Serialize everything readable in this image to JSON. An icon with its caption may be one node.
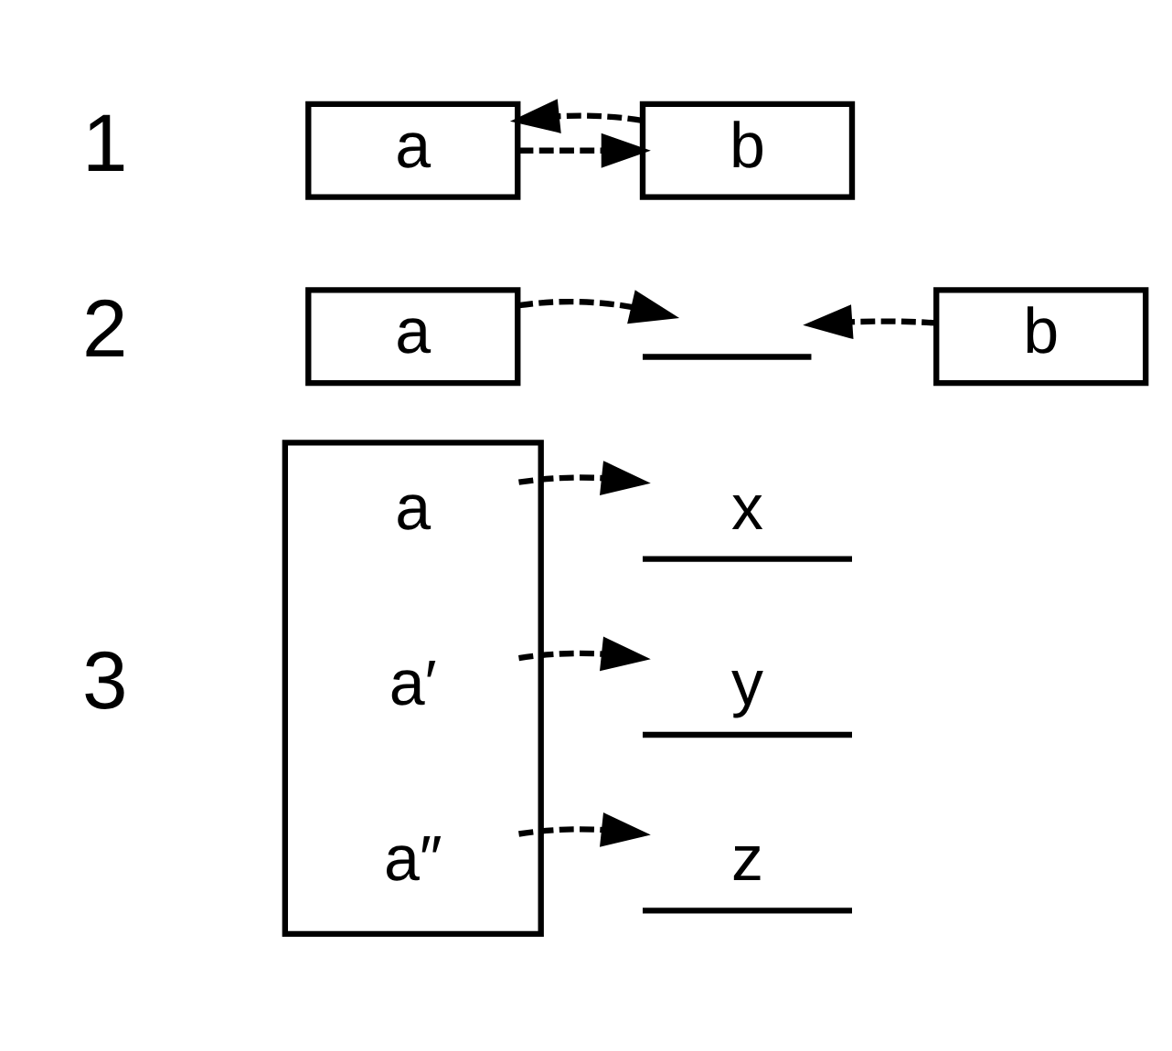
{
  "diagram": {
    "nodes": [
      {
        "text": [
          "a"
        ]
      },
      {
        "text": [
          "b"
        ]
      },
      {
        "text": [
          "a"
        ]
      },
      {
        "text": [],
        "shape": "bar"
      },
      {
        "text": [
          "b"
        ]
      },
      {
        "text": [],
        "shape": "box"
      },
      {
        "text": [
          "a"
        ],
        "in": 5
      },
      {
        "text": [
          "a′"
        ],
        "in": 5
      },
      {
        "text": [
          "a″"
        ],
        "in": 5
      },
      {
        "text": [
          "x"
        ]
      },
      {
        "text": [
          "y"
        ]
      },
      {
        "text": [
          "z"
        ]
      }
    ],
    "edges": [
      {
        "from": 0,
        "to": 1,
        "arrow": "to",
        "style": "dashed"
      },
      {
        "from": 1,
        "to": 0,
        "arrow": "to",
        "style": "dashed"
      },
      {
        "from": 2,
        "to": 3,
        "arrow": "to",
        "style": "dashed"
      },
      {
        "from": 4,
        "to": 3,
        "arrow": "to",
        "style": "dashed"
      },
      {
        "from": 6,
        "to": 9,
        "arrow": "to",
        "style": "dashed"
      },
      {
        "from": 7,
        "to": 10,
        "arrow": "to",
        "style": "dashed"
      },
      {
        "from": 8,
        "to": 11,
        "arrow": "to",
        "style": "dashed"
      }
    ],
    "labels": [
      "1",
      "2",
      "3"
    ]
  }
}
